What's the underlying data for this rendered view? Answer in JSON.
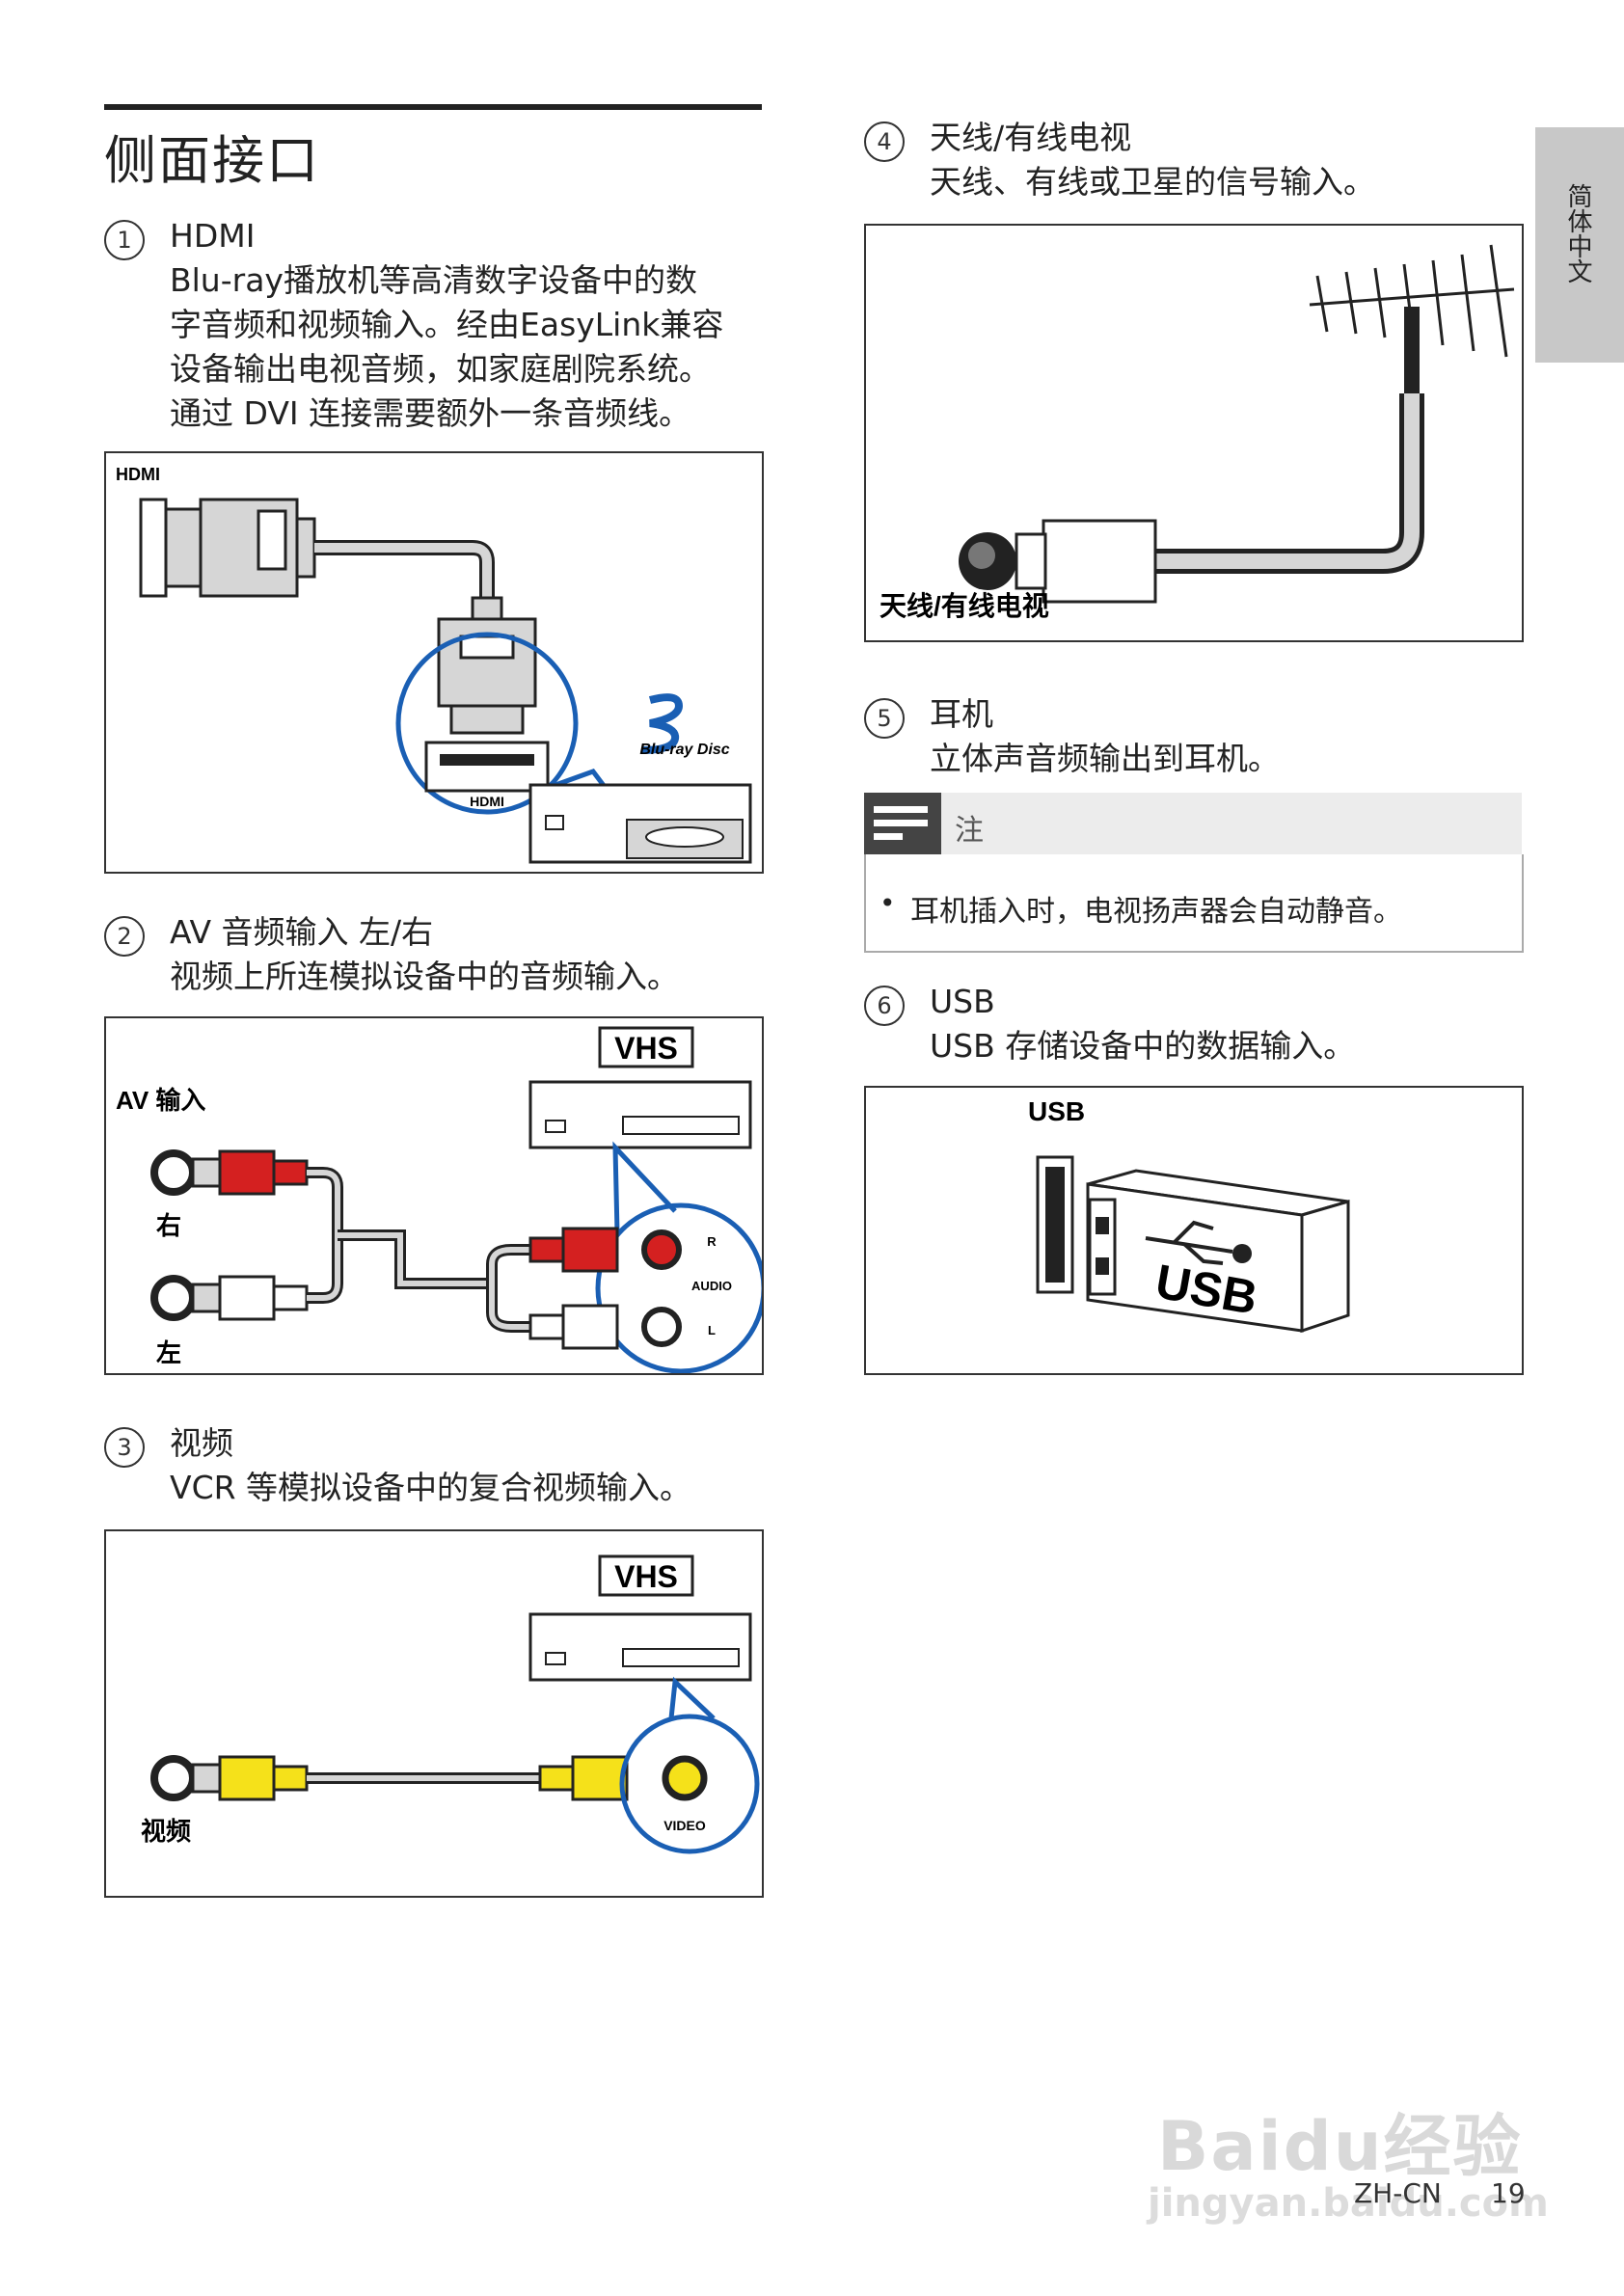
{
  "section_title": "侧面接口",
  "side_tab_label": "简体中文",
  "items": [
    {
      "num": "1",
      "title": "HDMI",
      "lines": [
        "Blu-ray播放机等高清数字设备中的数",
        "字音频和视频输入。经由EasyLink兼容",
        "设备输出电视音频，如家庭剧院系统。",
        "通过 DVI 连接需要额外一条音频线。"
      ]
    },
    {
      "num": "2",
      "title": "AV 音频输入 左/右",
      "lines": [
        "视频上所连模拟设备中的音频输入。"
      ]
    },
    {
      "num": "3",
      "title": "视频",
      "lines": [
        "VCR 等模拟设备中的复合视频输入。"
      ]
    },
    {
      "num": "4",
      "title": "天线/有线电视",
      "lines": [
        "天线、有线或卫星的信号输入。"
      ]
    },
    {
      "num": "5",
      "title": "耳机",
      "lines": [
        "立体声音频输出到耳机。"
      ]
    },
    {
      "num": "6",
      "title": "USB",
      "lines": [
        "USB 存储设备中的数据输入。"
      ]
    }
  ],
  "figures": {
    "hdmi": {
      "logo": "HDMI",
      "port_label": "HDMI",
      "disc_logo": "Blu-ray Disc"
    },
    "av": {
      "vhs": "VHS",
      "label": "AV 输入",
      "right": "右",
      "left": "左",
      "r": "R",
      "audio": "AUDIO",
      "l": "L"
    },
    "video": {
      "vhs": "VHS",
      "label": "视频",
      "port": "VIDEO"
    },
    "antenna": {
      "label": "天线/有线电视"
    },
    "usb": {
      "label": "USB",
      "stick_label": "USB"
    }
  },
  "note": {
    "heading": "注",
    "bullet": "•",
    "text": "耳机插入时，电视扬声器会自动静音。"
  },
  "footer": {
    "lang": "ZH-CN",
    "page": "19"
  },
  "watermark": {
    "brand": "Baidu经验",
    "url": "jingyan.baidu.com"
  },
  "colors": {
    "red": "#d42020",
    "yellow": "#f5e11a",
    "blue": "#1a5fb4",
    "grey": "#d6d6d6",
    "dark": "#222222"
  }
}
